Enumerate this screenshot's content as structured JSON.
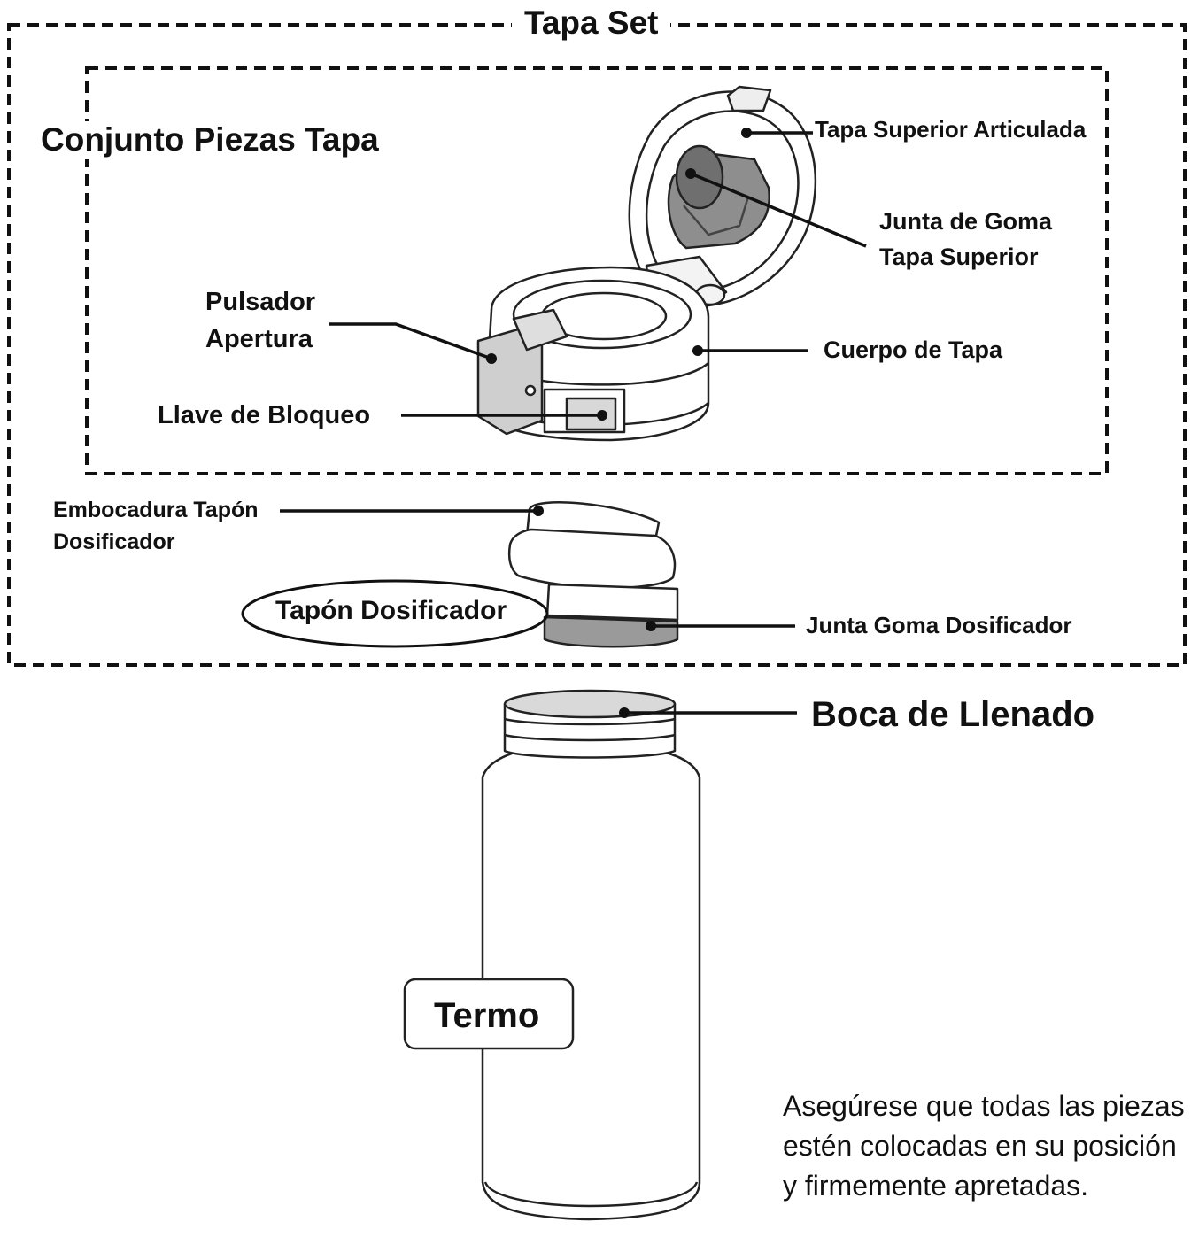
{
  "tapa_set_title": "Tapa Set",
  "conjunto_title": "Conjunto Piezas Tapa",
  "labels": {
    "tapa_superior_articulada": "Tapa Superior Articulada",
    "junta_goma_line1": "Junta de Goma",
    "junta_goma_line2": "Tapa Superior",
    "pulsador_line1": "Pulsador",
    "pulsador_line2": "Apertura",
    "cuerpo_tapa": "Cuerpo de Tapa",
    "llave_bloqueo": "Llave de Bloqueo",
    "embocadura_line1": "Embocadura Tapón",
    "embocadura_line2": "Dosificador",
    "tapon_dosificador": "Tapón Dosificador",
    "junta_goma_dosificador": "Junta Goma Dosificador",
    "boca_llenado": "Boca de Llenado",
    "termo": "Termo"
  },
  "note_lines": [
    "Asegúrese que todas las piezas",
    "estén colocadas en su posición",
    "y firmemente apretadas."
  ]
}
